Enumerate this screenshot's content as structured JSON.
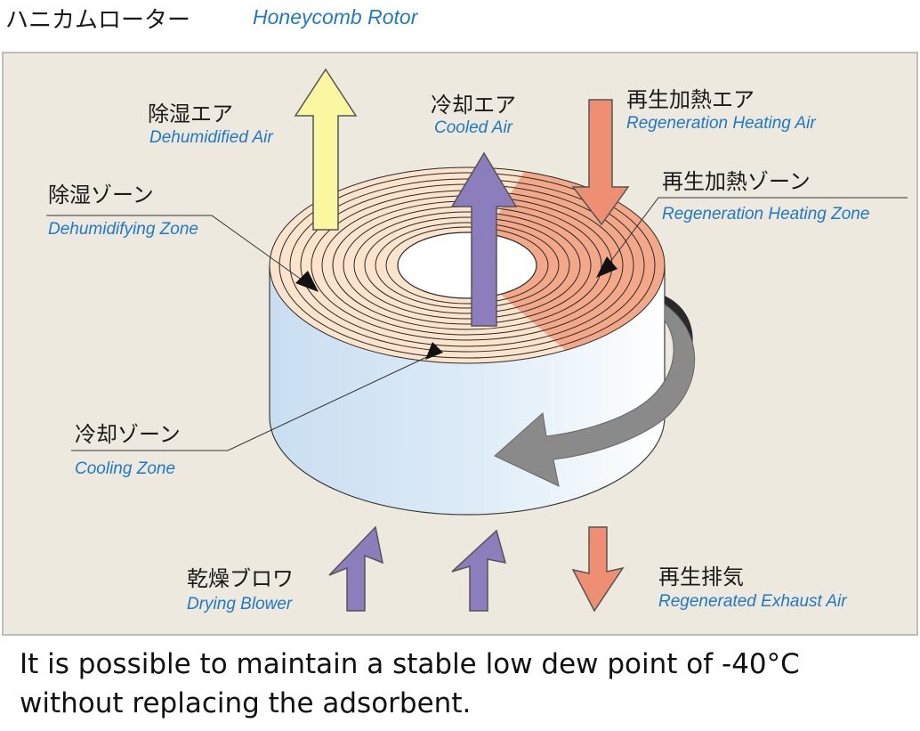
{
  "title": {
    "jp": "ハニカムローター",
    "en": "Honeycomb Rotor"
  },
  "labels": {
    "dehumidified_air": {
      "jp": "除湿エア",
      "en": "Dehumidified Air"
    },
    "cooled_air": {
      "jp": "冷却エア",
      "en": "Cooled Air"
    },
    "regeneration_heating_air": {
      "jp": "再生加熱エア",
      "en": "Regeneration Heating Air"
    },
    "dehumidifying_zone": {
      "jp": "除湿ゾーン",
      "en": "Dehumidifying Zone"
    },
    "regeneration_heating_zone": {
      "jp": "再生加熱ゾーン",
      "en": "Regeneration Heating Zone"
    },
    "cooling_zone": {
      "jp": "冷却ゾーン",
      "en": "Cooling Zone"
    },
    "drying_blower": {
      "jp": "乾燥ブロワ",
      "en": "Drying Blower"
    },
    "regenerated_exhaust_air": {
      "jp": "再生排気",
      "en": "Regenerated Exhaust Air"
    }
  },
  "caption": {
    "line1": "It is possible to maintain a stable low dew point of -40°C",
    "line2": "without replacing the adsorbent."
  },
  "colors": {
    "label_blue": "#1f78c8",
    "dehumidified_arrow": "#fbf6a0",
    "process_arrow_purple": "#8c7dbc",
    "regeneration_arrow_orange": "#ee8f73",
    "regeneration_zone": "#f3a989",
    "dehumidifying_zone": "#fbe3cc",
    "rotor_side": "#cfe3f3",
    "rotation_arrow": "#8a8a8a",
    "panel_background": "#ede9de"
  }
}
